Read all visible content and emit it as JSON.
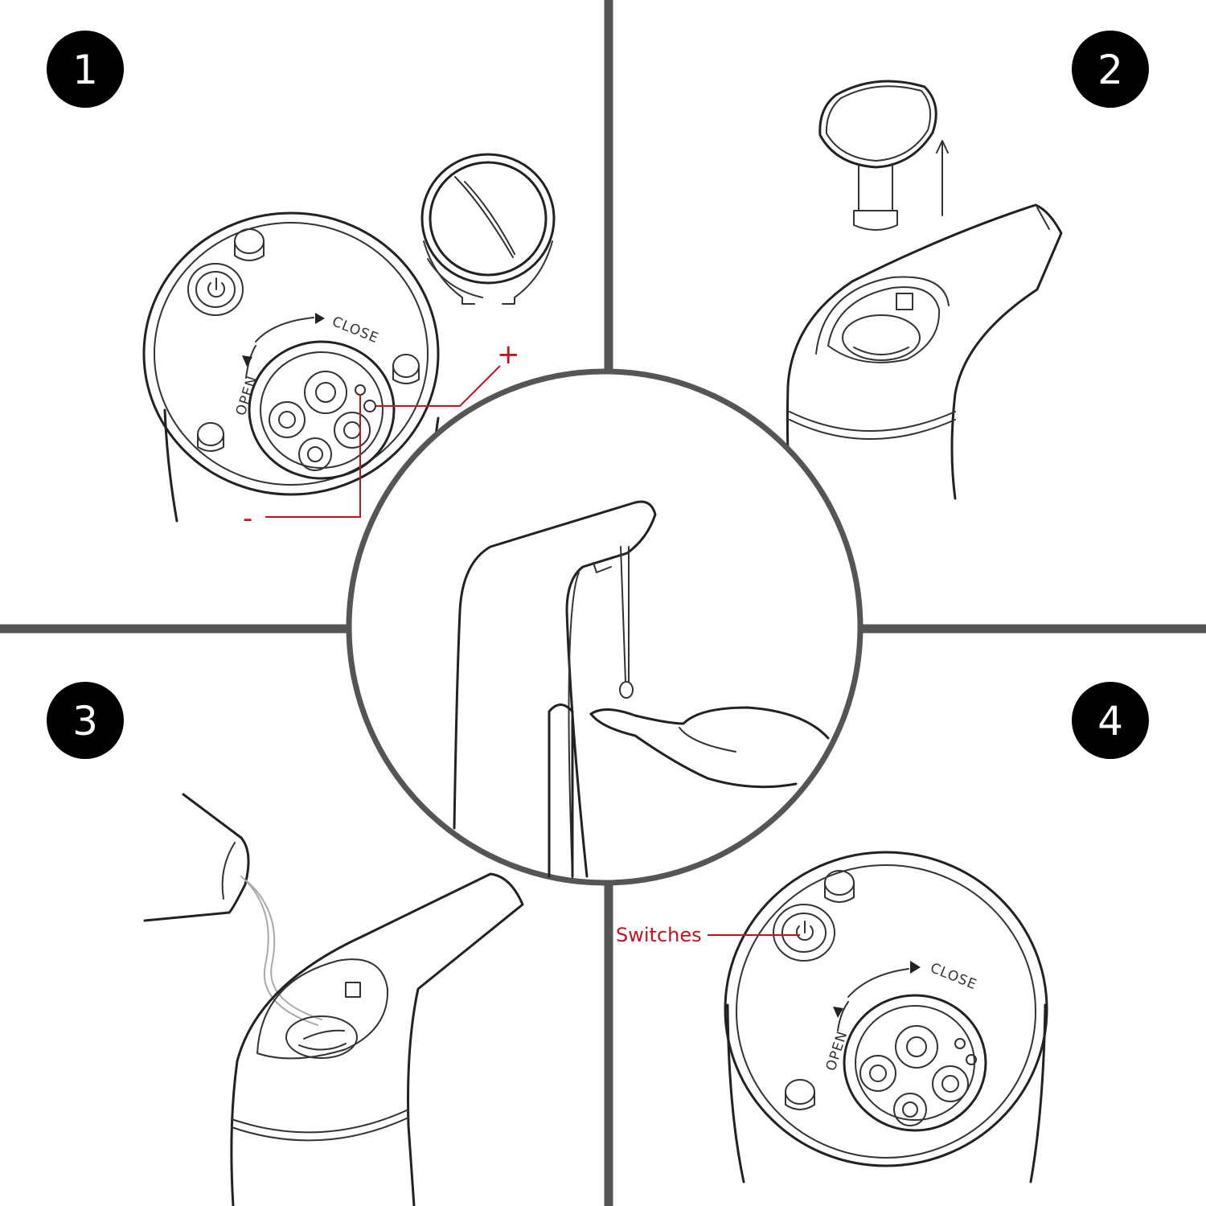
{
  "colors": {
    "ink": "#222222",
    "divider": "#555555",
    "badge": "#000000",
    "callout": "#c0141c"
  },
  "steps": [
    {
      "number": "1"
    },
    {
      "number": "2"
    },
    {
      "number": "3"
    },
    {
      "number": "4"
    }
  ],
  "step1": {
    "dial_close": "CLOSE",
    "dial_open": "OPEN",
    "positive": "+",
    "negative": "-"
  },
  "step4": {
    "dial_close": "CLOSE",
    "dial_open": "OPEN",
    "switch_label": "Switches"
  },
  "icons": {
    "power": "power-icon",
    "arrow": "arrow-up-icon"
  }
}
